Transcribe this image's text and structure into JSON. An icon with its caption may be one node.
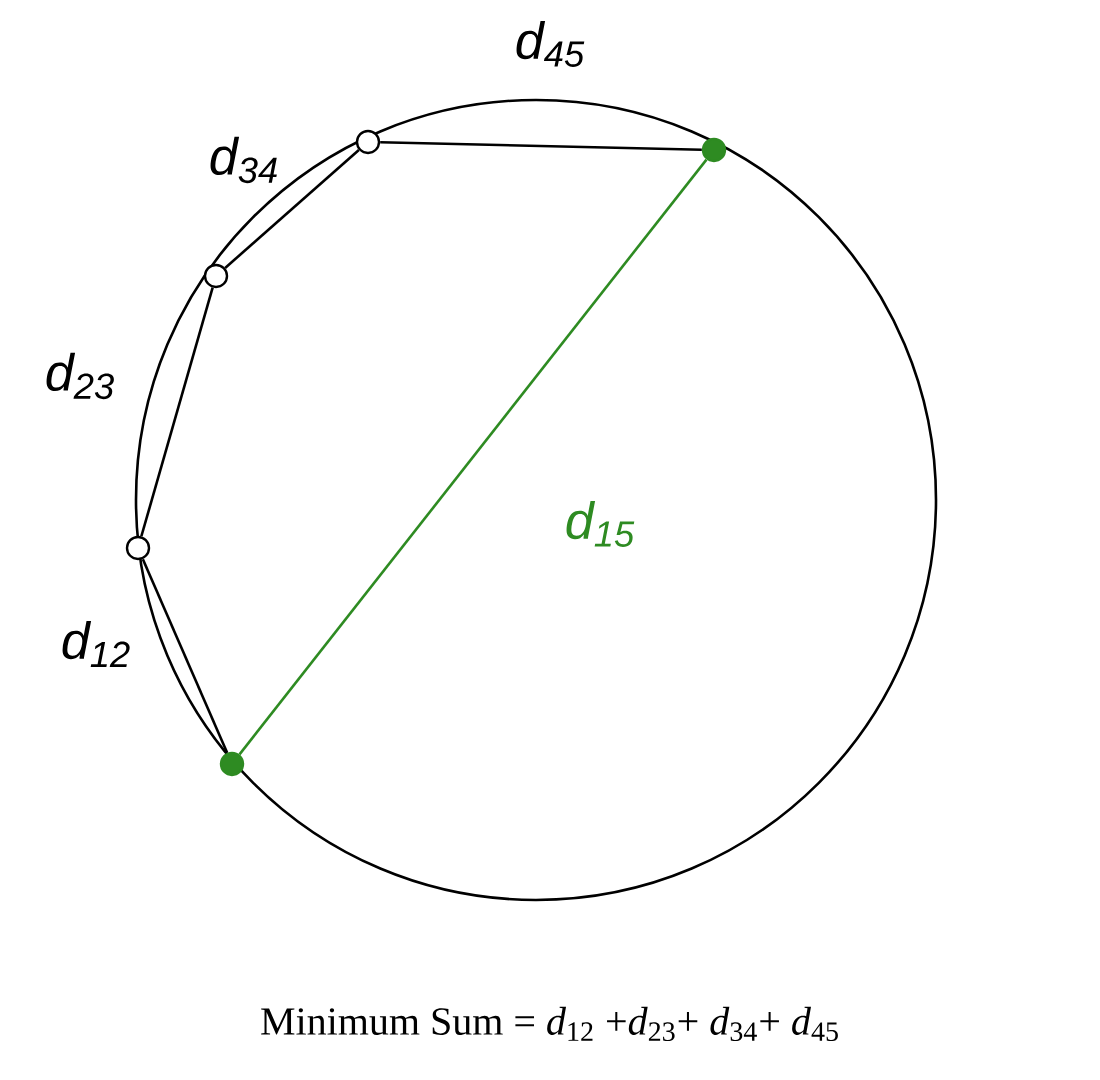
{
  "diagram": {
    "nodes": [
      {
        "text": [],
        "shape": "circle"
      },
      {
        "text": [],
        "shape": "circle"
      },
      {
        "text": [],
        "shape": "circle"
      },
      {
        "text": [],
        "shape": "circle"
      },
      {
        "text": [],
        "shape": "circle"
      }
    ],
    "edges": [
      {
        "from": 0,
        "to": 1,
        "arrow": "none",
        "label": "d$_{45}$"
      },
      {
        "from": 2,
        "to": 0,
        "arrow": "none",
        "label": "d$_{34}$"
      },
      {
        "from": 3,
        "to": 2,
        "arrow": "none",
        "label": "d$_{23}$"
      },
      {
        "from": 4,
        "to": 1,
        "arrow": "none",
        "label": "d$_{15}$",
        "color": "#2e8b22"
      },
      {
        "from": 4,
        "to": 3,
        "arrow": "none",
        "label": "d$_{12}$"
      }
    ],
    "labels": [
      "Minimum Sum = *d*$_{12}$ +*d*$_{23}$+ *d*$_{34}$+ *d*$_{45}$"
    ]
  }
}
